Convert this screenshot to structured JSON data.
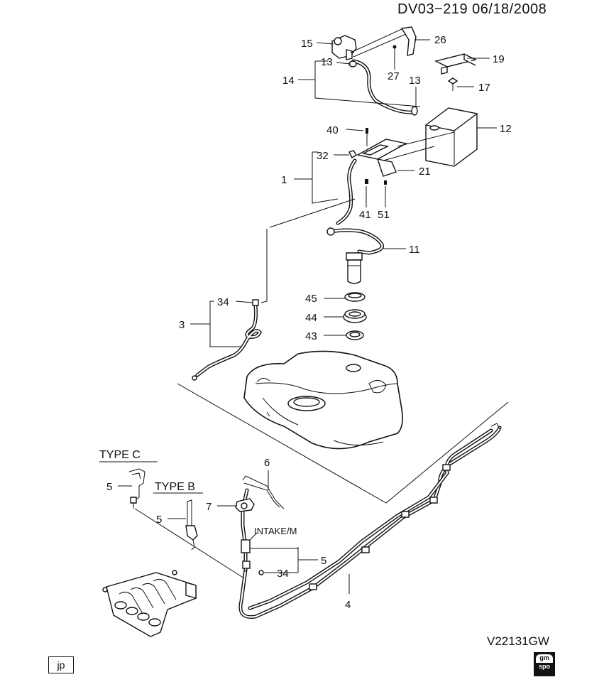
{
  "header": {
    "code": "DV03−219  06/18/2008"
  },
  "footer": {
    "code": "V22131GW",
    "lang": "jp",
    "logo_top": "gm",
    "logo_bottom": "spo"
  },
  "labels": {
    "15": "15",
    "26": "26",
    "13a": "13",
    "19": "19",
    "27": "27",
    "14": "14",
    "13b": "13",
    "17": "17",
    "40": "40",
    "12": "12",
    "32": "32",
    "21": "21",
    "1": "1",
    "41": "41",
    "51": "51",
    "11": "11",
    "34a": "34",
    "45": "45",
    "3": "3",
    "44": "44",
    "43": "43",
    "6": "6",
    "5a": "5",
    "7": "7",
    "5b": "5",
    "5c": "5",
    "34b": "34",
    "4": "4"
  },
  "annotations": {
    "type_c": "TYPE C",
    "type_b": "TYPE B",
    "intake": "INTAKE/M"
  }
}
